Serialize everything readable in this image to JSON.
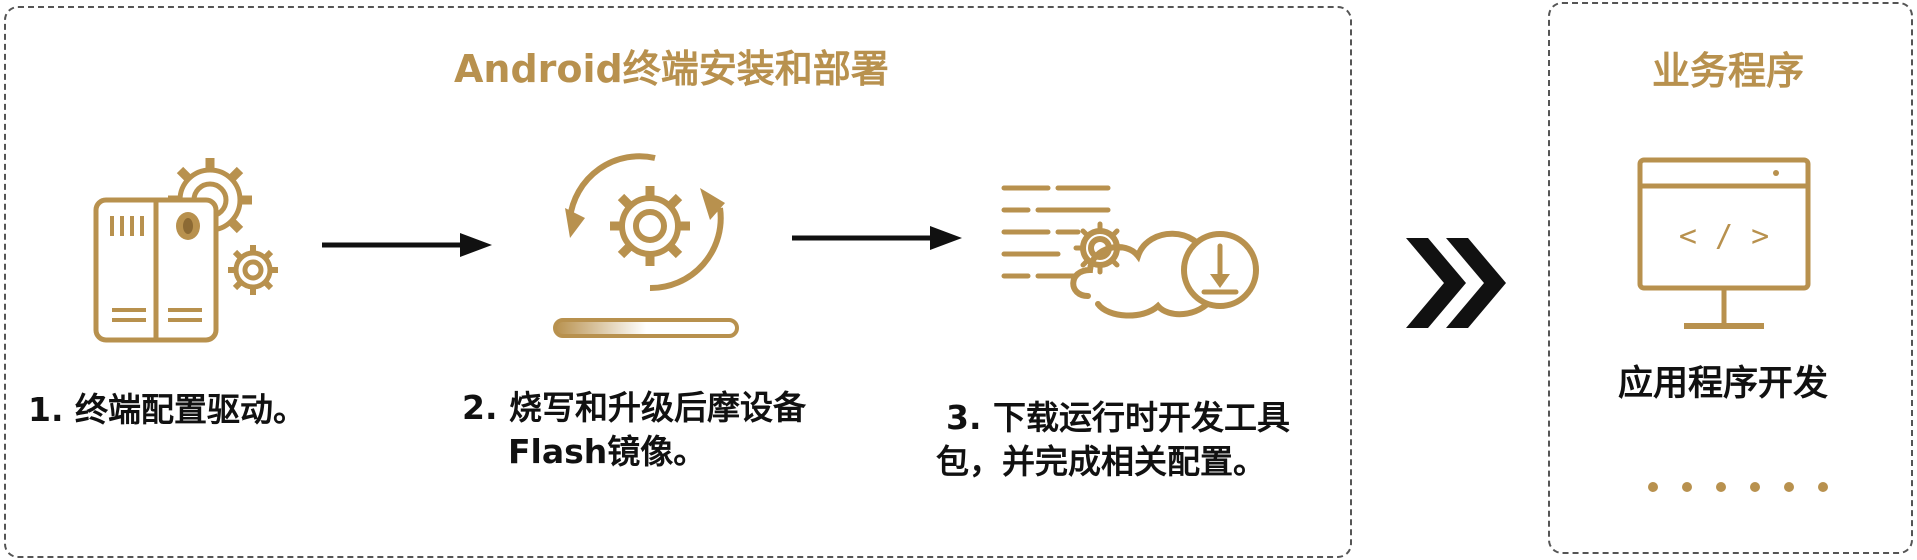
{
  "colors": {
    "accent": "#B8914E",
    "text": "#111111",
    "border": "#555555"
  },
  "left_section": {
    "title": "Android终端安装和部署",
    "steps": [
      {
        "lines": [
          "1. 终端配置驱动。"
        ],
        "icon": "device-gear-icon"
      },
      {
        "lines": [
          "2. 烧写和升级后摩设备",
          "Flash镜像。"
        ],
        "icon": "refresh-gear-icon"
      },
      {
        "lines": [
          "3. 下载运行时开发工具",
          "包，并完成相关配置。"
        ],
        "icon": "cloud-download-icon"
      }
    ]
  },
  "right_section": {
    "title": "业务程序",
    "label": "应用程序开发",
    "icon": "code-monitor-icon",
    "more": "......"
  }
}
